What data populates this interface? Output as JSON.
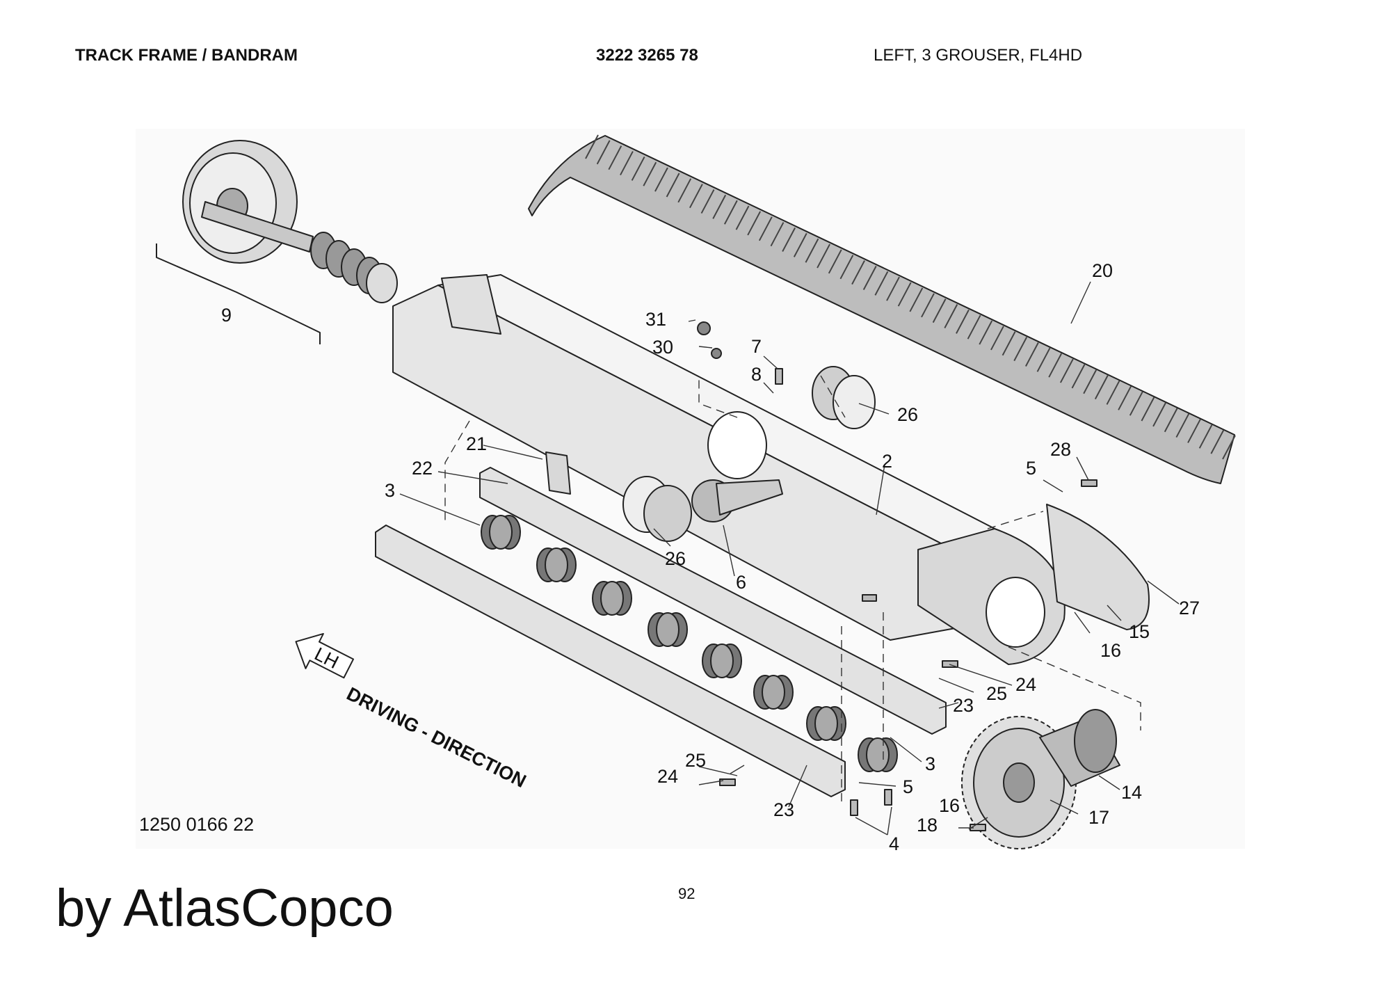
{
  "header": {
    "title": "TRACK FRAME / BANDRAM",
    "part_number": "3222 3265 78",
    "variant": "LEFT, 3 GROUSER, FL4HD"
  },
  "diagram": {
    "callouts": [
      "31",
      "30",
      "7",
      "8",
      "26",
      "20",
      "9",
      "21",
      "22",
      "3",
      "2",
      "5",
      "28",
      "26",
      "6",
      "27",
      "15",
      "16",
      "24",
      "25",
      "23",
      "3",
      "5",
      "14",
      "25",
      "24",
      "23",
      "16",
      "17",
      "18",
      "4"
    ],
    "direction_badge": "LH",
    "direction_label": "DRIVING - DIRECTION"
  },
  "footer": {
    "drawing_number": "1250 0166 22",
    "page_number": "92",
    "brand": "by AtlasCopco"
  }
}
